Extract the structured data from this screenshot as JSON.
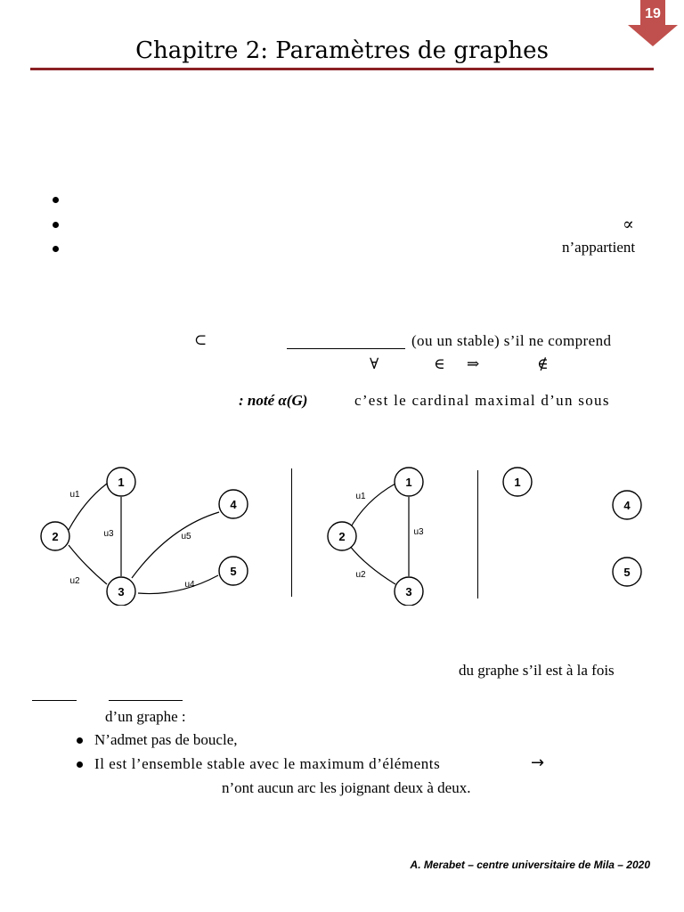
{
  "page": {
    "number": "19",
    "title": "Chapitre 2: Paramètres de graphes",
    "footer": "A. Merabet – centre universitaire de Mila – 2020"
  },
  "fragments": {
    "propto": "∝",
    "n_appartient": "n’appartient",
    "subset": "⊂",
    "ou_stable": "(ou un stable) s’il ne comprend",
    "forall": "∀",
    "in": "∈",
    "implies": "⇒",
    "notin": "∉",
    "note_alpha": ": noté α(G)",
    "cardinal": "c’est le cardinal maximal d’un sous",
    "du_graphe": "du graphe s’il est à la fois",
    "d_un_graphe": "d’un graphe :",
    "item1": "N’admet pas de boucle,",
    "item2": "Il est l’ensemble stable avec le maximum d’éléments",
    "arrow": "→",
    "n_ont": "n’ont aucun arc les joignant deux à deux."
  },
  "graphs": {
    "g1": {
      "nodes": [
        "1",
        "2",
        "3",
        "4",
        "5"
      ],
      "edges": [
        "u1",
        "u2",
        "u3",
        "u4",
        "u5"
      ]
    },
    "g2": {
      "nodes": [
        "1",
        "2",
        "3"
      ],
      "edges": [
        "u1",
        "u2",
        "u3"
      ]
    },
    "g3": {
      "nodes": [
        "1",
        "4",
        "5"
      ]
    }
  },
  "colors": {
    "accent": "#8b2125",
    "badge": "#c0504d"
  }
}
